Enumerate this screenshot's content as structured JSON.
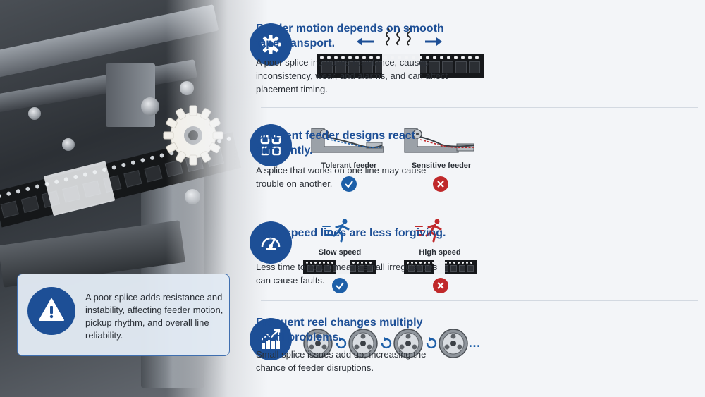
{
  "callout": {
    "icon": "warning-icon",
    "text": "A poor splice adds resistance and instability, affecting feeder motion, pickup rhythm, and overall line reliability."
  },
  "rows": [
    {
      "icon": "gear-icon",
      "title": "Feeder motion depends on smooth tape transport.",
      "desc": "A poor splice increases resistance, causes inconsistency, wear, and alarms, and can affect placement timing."
    },
    {
      "icon": "grid-icon",
      "title": "Different feeder designs react differently.",
      "desc": "A splice that works on one line may cause trouble on another.",
      "left_label": "Tolerant feeder",
      "right_label": "Sensitive feeder"
    },
    {
      "icon": "speedometer-icon",
      "title": "High-speed lines are less forgiving.",
      "desc": "Less time to adapt means small irregularities can cause faults.",
      "left_label": "Slow speed",
      "right_label": "High speed"
    },
    {
      "icon": "growth-chart-icon",
      "title": "Frequent reel changes multiply small problems.",
      "desc": "Small splice issues add up, increasing the chance of feeder disruptions."
    }
  ],
  "colors": {
    "brand_blue": "#1d4f96",
    "ok_blue": "#1d5fa8",
    "error_red": "#c0292b",
    "runner_slow": "#1d5fa8",
    "runner_fast": "#c0292b"
  }
}
